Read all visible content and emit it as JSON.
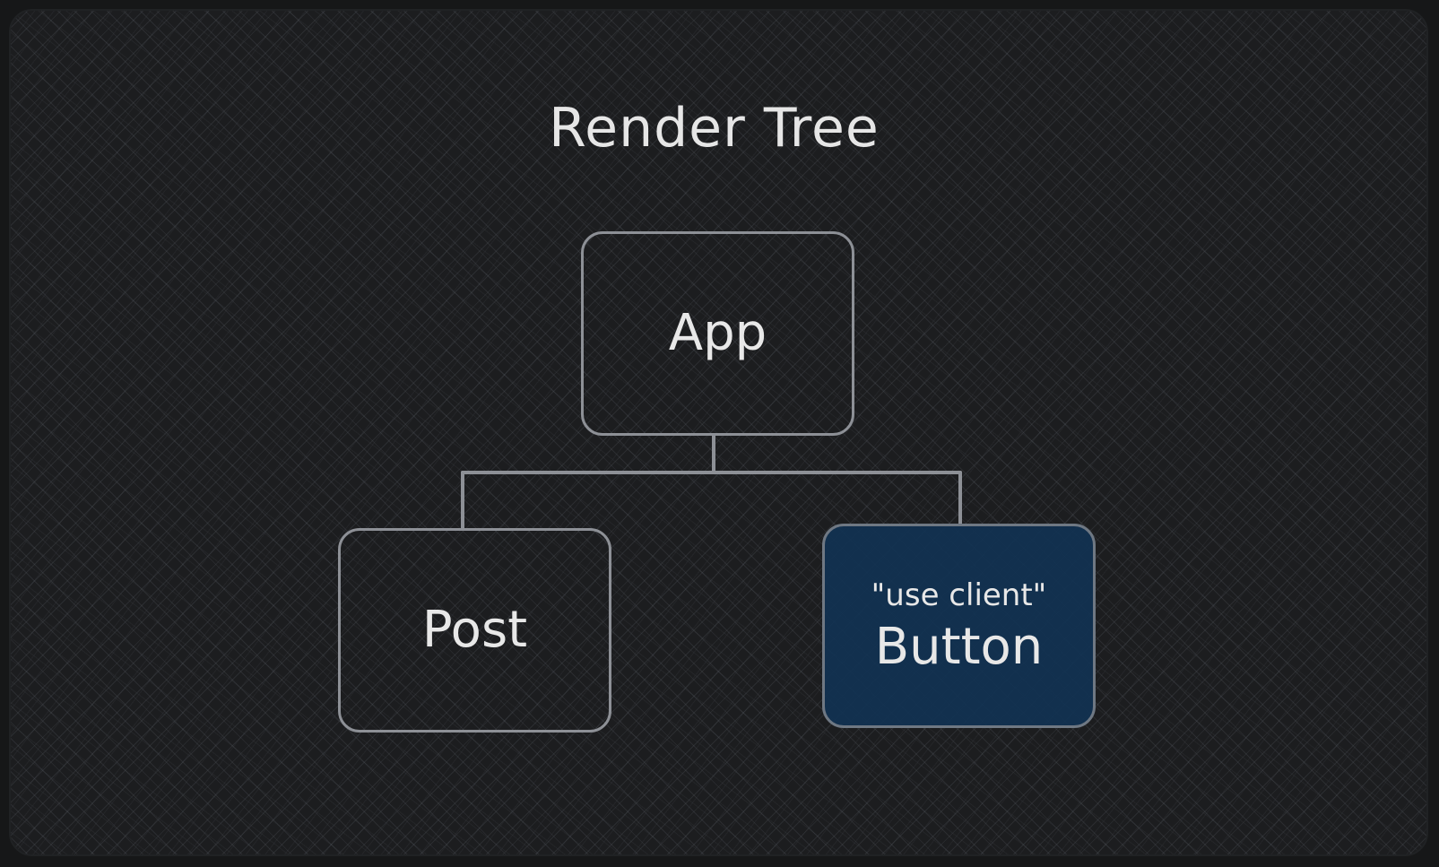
{
  "diagram": {
    "title": "Render Tree",
    "nodes": {
      "app": {
        "label": "App"
      },
      "post": {
        "label": "Post"
      },
      "button": {
        "directive": "\"use client\"",
        "label": "Button",
        "fill": "#113252"
      }
    },
    "edges": [
      {
        "from": "App",
        "to": "Post"
      },
      {
        "from": "App",
        "to": "Button"
      }
    ],
    "colors": {
      "background": "#161718",
      "stroke": "#8d9096",
      "text": "#e6e6e6",
      "client_fill": "#113252"
    }
  }
}
